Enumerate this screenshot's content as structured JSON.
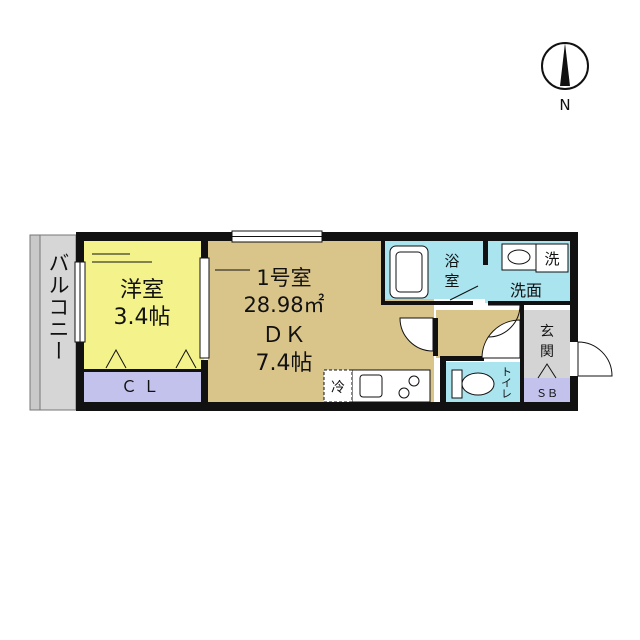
{
  "compass": {
    "north_label": "N"
  },
  "rooms": {
    "balcony": {
      "label": "バルコニー"
    },
    "western_room": {
      "name": "洋室",
      "size": "3.4帖"
    },
    "closet": {
      "label": "ＣＬ"
    },
    "dk": {
      "unit": "1号室",
      "area": "28.98㎡",
      "name": "ＤＫ",
      "size": "7.4帖"
    },
    "fridge": {
      "label": "冷"
    },
    "bath": {
      "label_1": "浴",
      "label_2": "室"
    },
    "washer": {
      "label": "洗"
    },
    "washroom": {
      "label": "洗面"
    },
    "toilet": {
      "label": "トイレ"
    },
    "entrance": {
      "label_1": "玄",
      "label_2": "関"
    },
    "shoe_box": {
      "label": "ＳＢ"
    }
  },
  "colors": {
    "wall": "#111111",
    "balcony": "#d6d6d6",
    "western_room": "#f4f28a",
    "closet": "#c3c2ec",
    "dk": "#d9c48a",
    "wet_area": "#a9e4ef",
    "entrance": "#d4d4d4"
  }
}
